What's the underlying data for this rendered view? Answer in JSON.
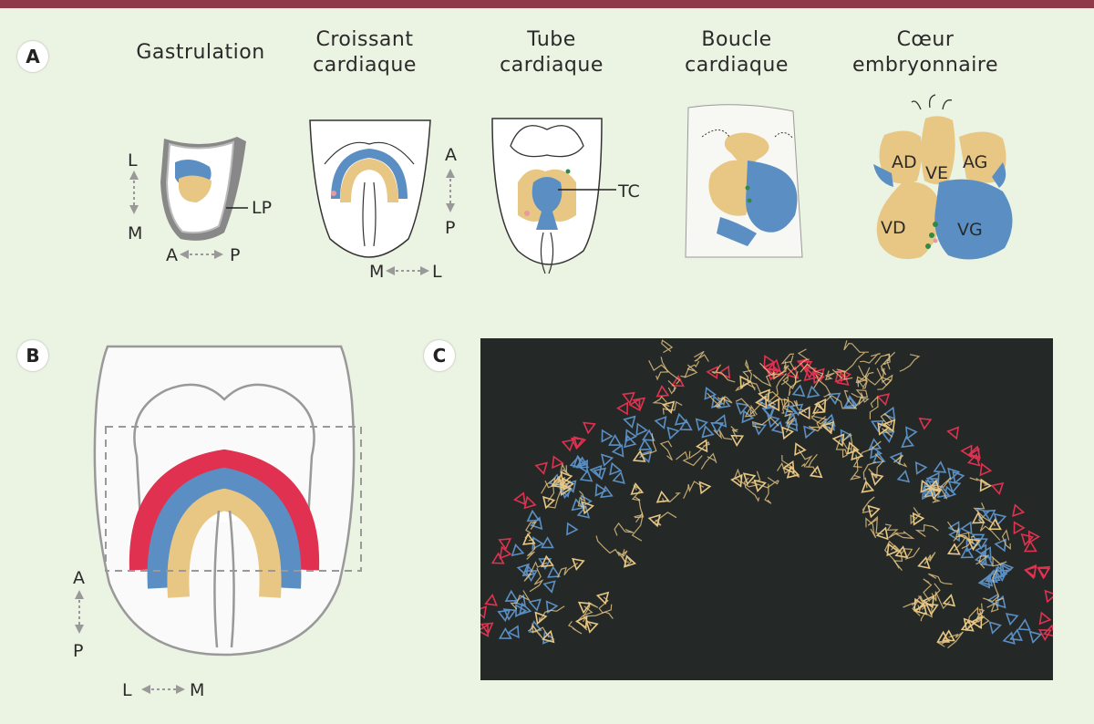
{
  "panels": {
    "a_badge": "A",
    "b_badge": "B",
    "c_badge": "C"
  },
  "stages": [
    {
      "line1": "Gastrulation",
      "line2": ""
    },
    {
      "line1": "Croissant",
      "line2": "cardiaque"
    },
    {
      "line1": "Tube",
      "line2": "cardiaque"
    },
    {
      "line1": "Boucle",
      "line2": "cardiaque"
    },
    {
      "line1": "Cœur",
      "line2": "embryonnaire"
    }
  ],
  "labels": {
    "lp": "LP",
    "tc": "TC",
    "ad": "AD",
    "ag": "AG",
    "ve": "VE",
    "vd": "VD",
    "vg": "VG"
  },
  "axes": {
    "l": "L",
    "m": "M",
    "a": "A",
    "p": "P"
  },
  "colors": {
    "blue": "#5b8fc4",
    "tan": "#e8c785",
    "red": "#e03250",
    "pink": "#e89aa3",
    "green": "#2f8a46"
  }
}
